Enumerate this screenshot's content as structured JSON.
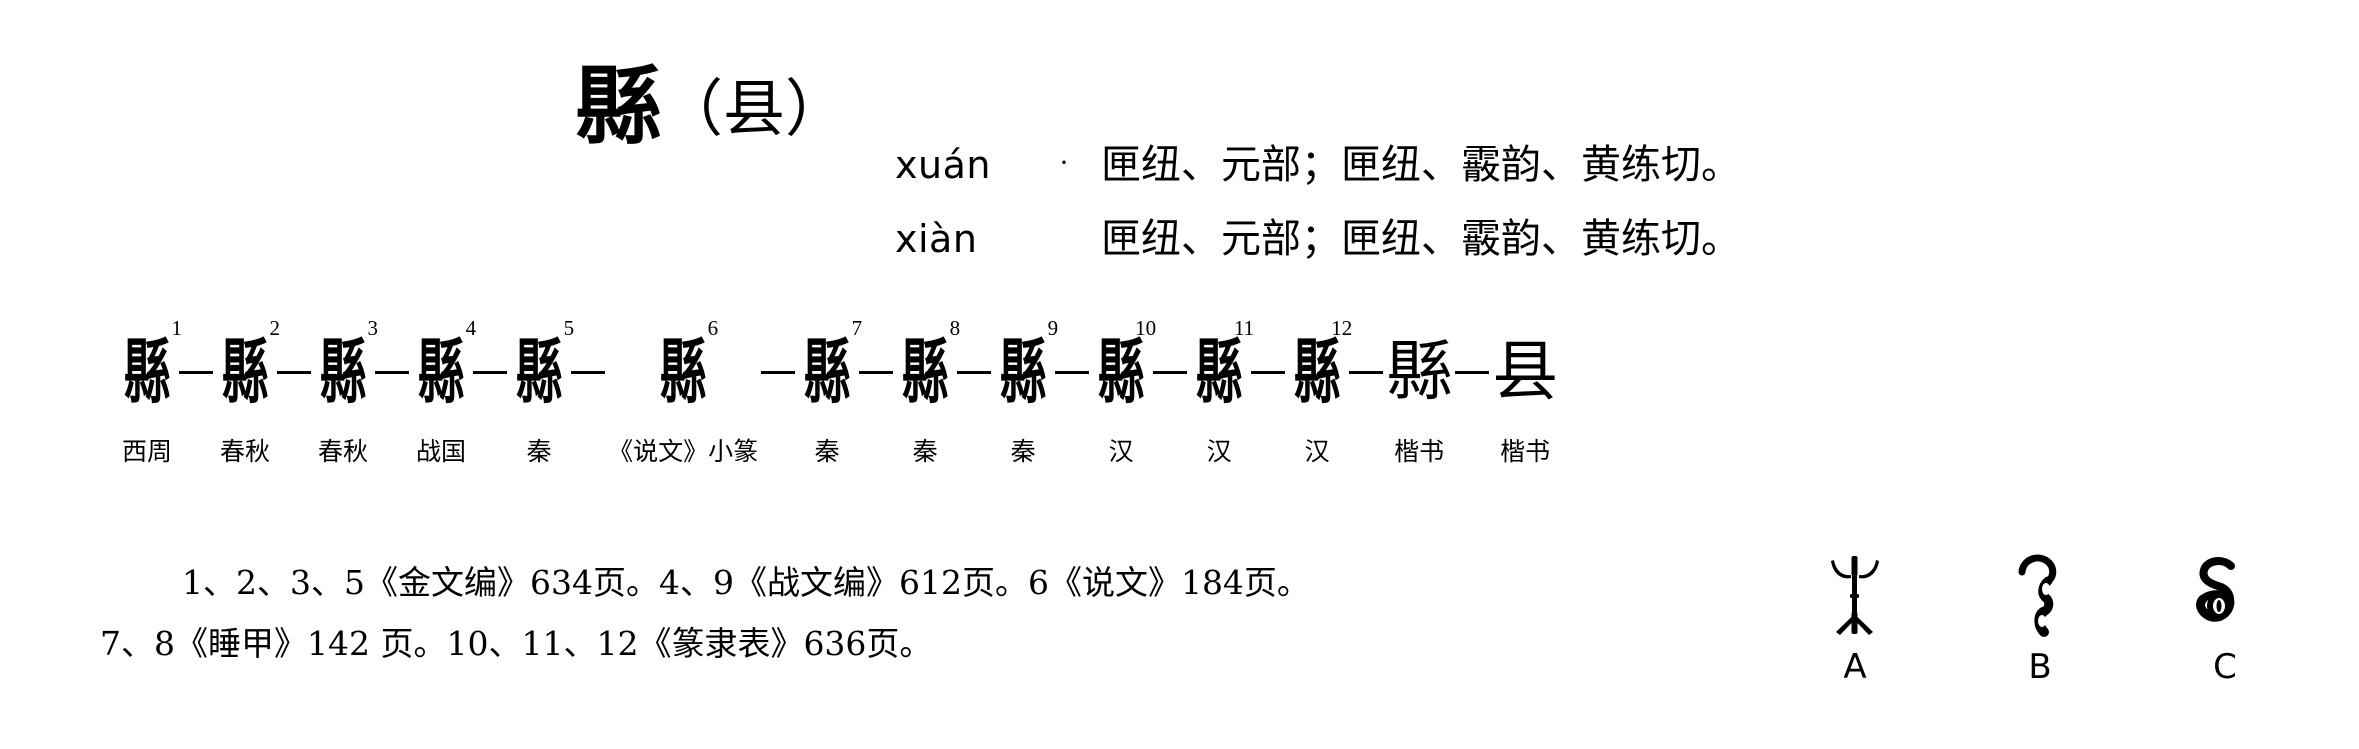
{
  "headword": {
    "traditional": "縣",
    "simplified_paren": "（县）"
  },
  "readings": [
    {
      "pinyin": "xuán",
      "separator": "·",
      "fanqie": "匣纽、元部；匣纽、霰韵、黄练切。"
    },
    {
      "pinyin": "xiàn",
      "separator": "",
      "fanqie": "匣纽、元部；匣纽、霰韵、黄练切。"
    }
  ],
  "evolution": {
    "items": [
      {
        "num": "1",
        "glyph": "縣",
        "style": "seal",
        "period": "西周"
      },
      {
        "num": "2",
        "glyph": "縣",
        "style": "seal",
        "period": "春秋"
      },
      {
        "num": "3",
        "glyph": "縣",
        "style": "seal",
        "period": "春秋"
      },
      {
        "num": "4",
        "glyph": "縣",
        "style": "seal",
        "period": "战国"
      },
      {
        "num": "5",
        "glyph": "縣",
        "style": "seal",
        "period": "秦"
      },
      {
        "num": "6",
        "glyph": "縣",
        "style": "seal",
        "period": "《说文》小篆"
      },
      {
        "num": "7",
        "glyph": "縣",
        "style": "seal",
        "period": "秦"
      },
      {
        "num": "8",
        "glyph": "縣",
        "style": "seal",
        "period": "秦"
      },
      {
        "num": "9",
        "glyph": "縣",
        "style": "seal",
        "period": "秦"
      },
      {
        "num": "10",
        "glyph": "縣",
        "style": "seal",
        "period": "汉"
      },
      {
        "num": "11",
        "glyph": "縣",
        "style": "seal",
        "period": "汉"
      },
      {
        "num": "12",
        "glyph": "縣",
        "style": "seal",
        "period": "汉"
      },
      {
        "num": "",
        "glyph": "縣",
        "style": "kai",
        "period": "楷书"
      },
      {
        "num": "",
        "glyph": "县",
        "style": "kai",
        "period": "楷书"
      }
    ]
  },
  "footnotes": {
    "line1": "1、2、3、5《金文编》634页。4、9《战文编》612页。6《说文》184页。",
    "line2": "7、8《睡甲》142 页。10、11、12《篆隶表》636页。"
  },
  "components": [
    {
      "letter": "A",
      "icon": "ancient-glyph-mu-component"
    },
    {
      "letter": "B",
      "icon": "ancient-glyph-hook-component"
    },
    {
      "letter": "C",
      "icon": "ancient-glyph-severed-head-component"
    }
  ]
}
